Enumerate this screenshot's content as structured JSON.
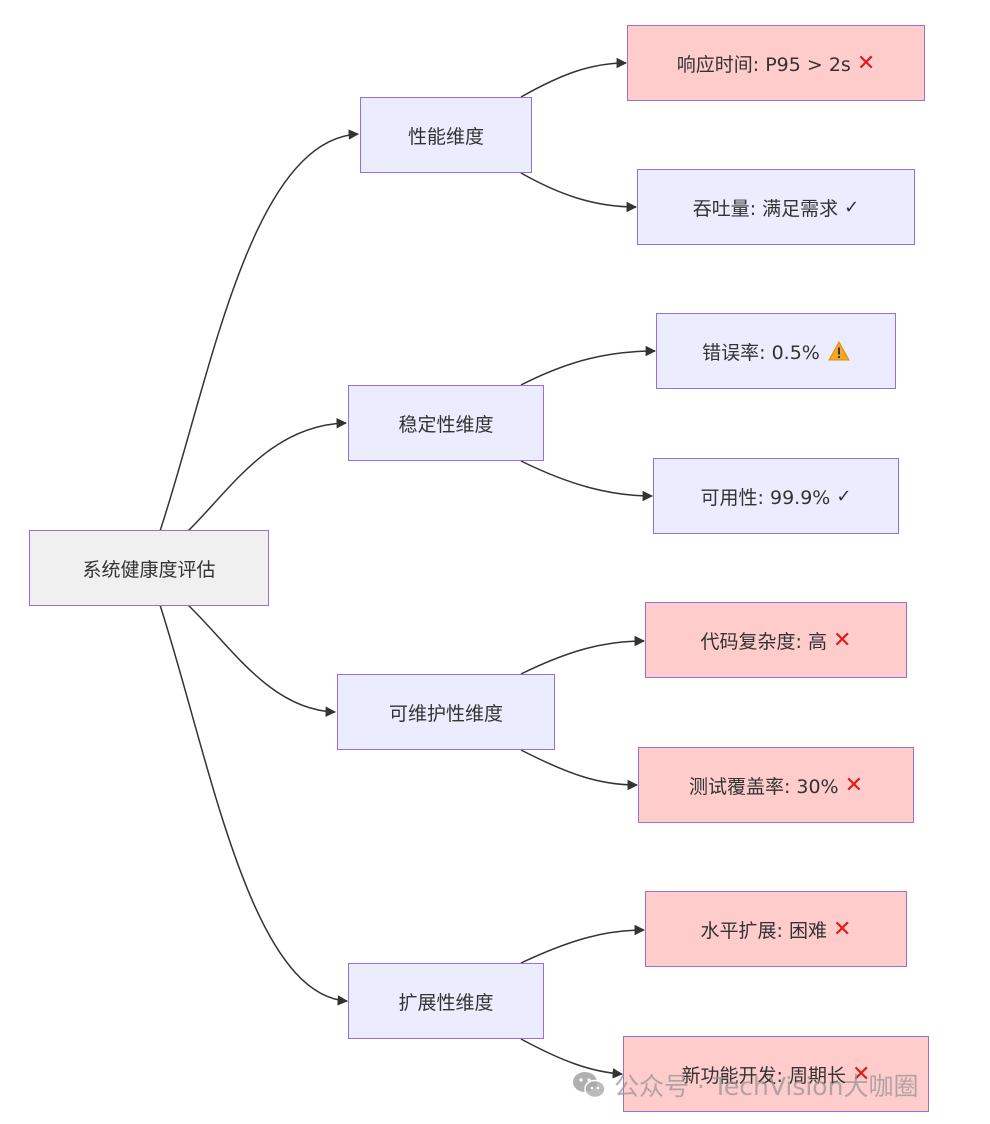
{
  "root": {
    "label": "系统健康度评估"
  },
  "dimensions": [
    {
      "label": "性能维度",
      "metrics": [
        {
          "label": "响应时间: P95 > 2s",
          "status": "bad",
          "mark": "✕"
        },
        {
          "label": "吞吐量: 满足需求",
          "status": "ok",
          "mark": "✓"
        }
      ]
    },
    {
      "label": "稳定性维度",
      "metrics": [
        {
          "label": "错误率: 0.5%",
          "status": "warn",
          "mark": "warning-icon"
        },
        {
          "label": "可用性: 99.9%",
          "status": "ok",
          "mark": "✓"
        }
      ]
    },
    {
      "label": "可维护性维度",
      "metrics": [
        {
          "label": "代码复杂度: 高",
          "status": "bad",
          "mark": "✕"
        },
        {
          "label": "测试覆盖率: 30%",
          "status": "bad",
          "mark": "✕"
        }
      ]
    },
    {
      "label": "扩展性维度",
      "metrics": [
        {
          "label": "水平扩展: 困难",
          "status": "bad",
          "mark": "✕"
        },
        {
          "label": "新功能开发: 周期长",
          "status": "bad",
          "mark": "✕"
        }
      ]
    }
  ],
  "watermark": {
    "text": "公众号 · TechVision大咖圈"
  },
  "colors": {
    "node_fill": "#ececff",
    "node_border": "#9370db",
    "root_fill": "#f0f0f0",
    "bad_fill": "#ffcccc",
    "cross": "#e0191f",
    "edge": "#333333"
  }
}
